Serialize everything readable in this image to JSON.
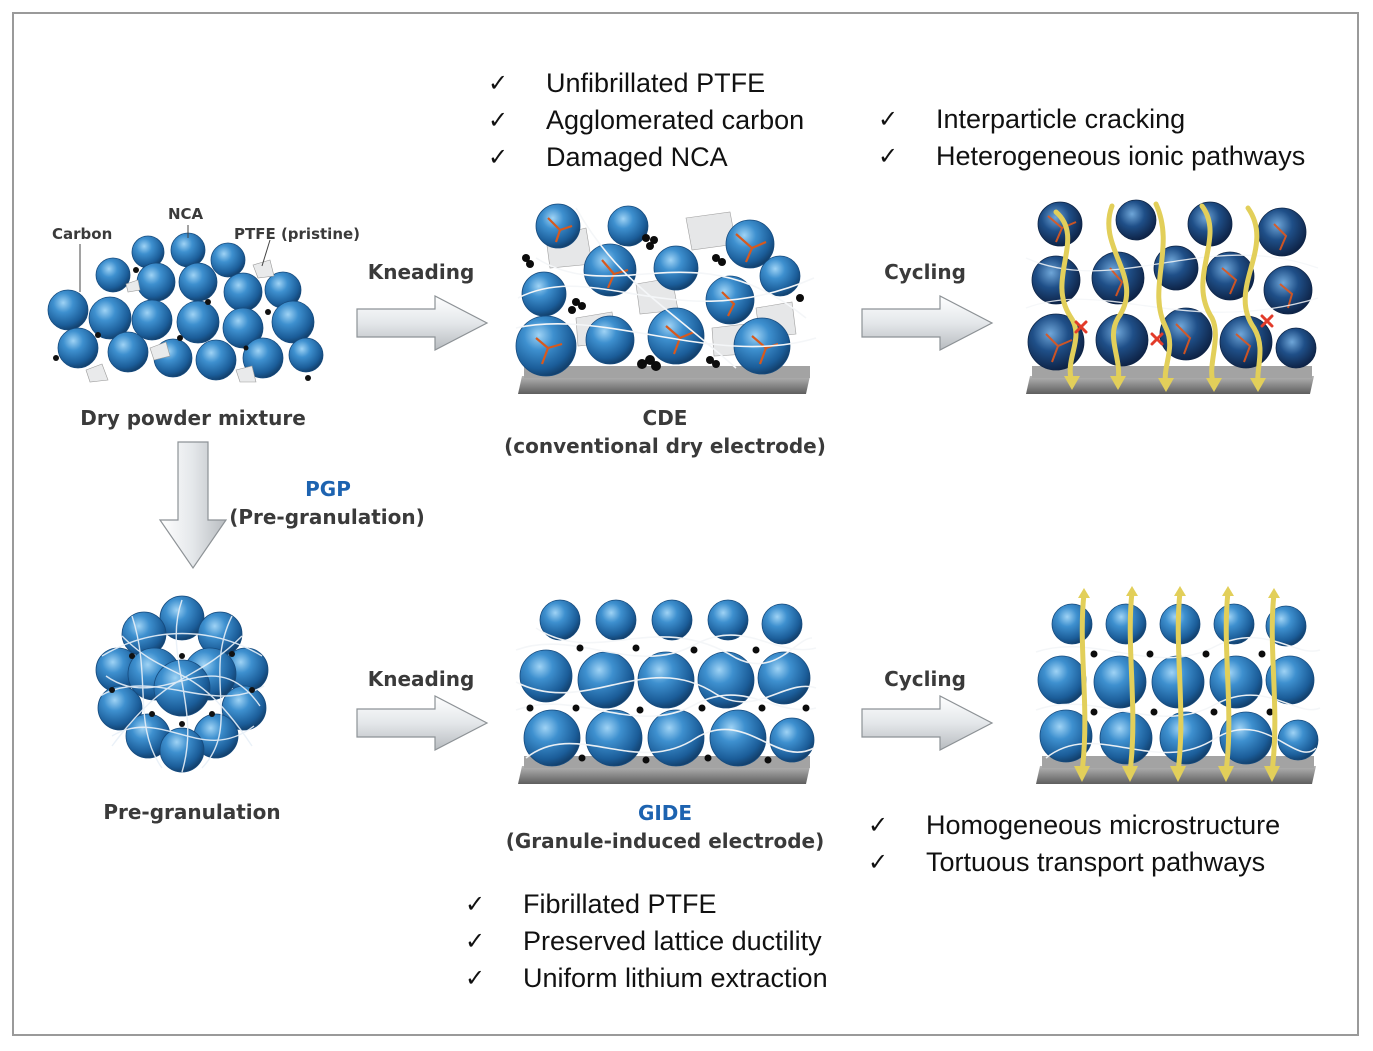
{
  "top_left": {
    "label_carbon": "Carbon",
    "label_nca": "NCA",
    "label_ptfe": "PTFE (pristine)",
    "caption": "Dry powder mixture"
  },
  "pgp": {
    "title": "PGP",
    "subtitle": "(Pre-granulation)"
  },
  "granule": {
    "caption": "Pre-granulation"
  },
  "arrows": {
    "kneading_top": "Kneading",
    "kneading_bottom": "Kneading",
    "cycling_top": "Cycling",
    "cycling_bottom": "Cycling"
  },
  "cde": {
    "title": "CDE",
    "subtitle": "(conventional dry electrode)",
    "features": [
      "Unfibrillated PTFE",
      "Agglomerated carbon",
      "Damaged NCA"
    ]
  },
  "cde_cycled": {
    "features": [
      "Interparticle cracking",
      "Heterogeneous ionic pathways"
    ]
  },
  "gide": {
    "title": "GIDE",
    "subtitle": "(Granule-induced electrode)",
    "features": [
      "Fibrillated PTFE",
      "Preserved lattice ductility",
      "Uniform lithium extraction"
    ]
  },
  "gide_cycled": {
    "features": [
      "Homogeneous microstructure",
      "Tortuous transport pathways"
    ]
  },
  "check_mark": "✓",
  "colors": {
    "particle": "#2f7fc0",
    "particle_dark": "#14406e",
    "accent_blue": "#1d63b0",
    "crack": "#e0561c",
    "ion_path": "#e2cf5a",
    "substrate": "#8a8a8a"
  }
}
